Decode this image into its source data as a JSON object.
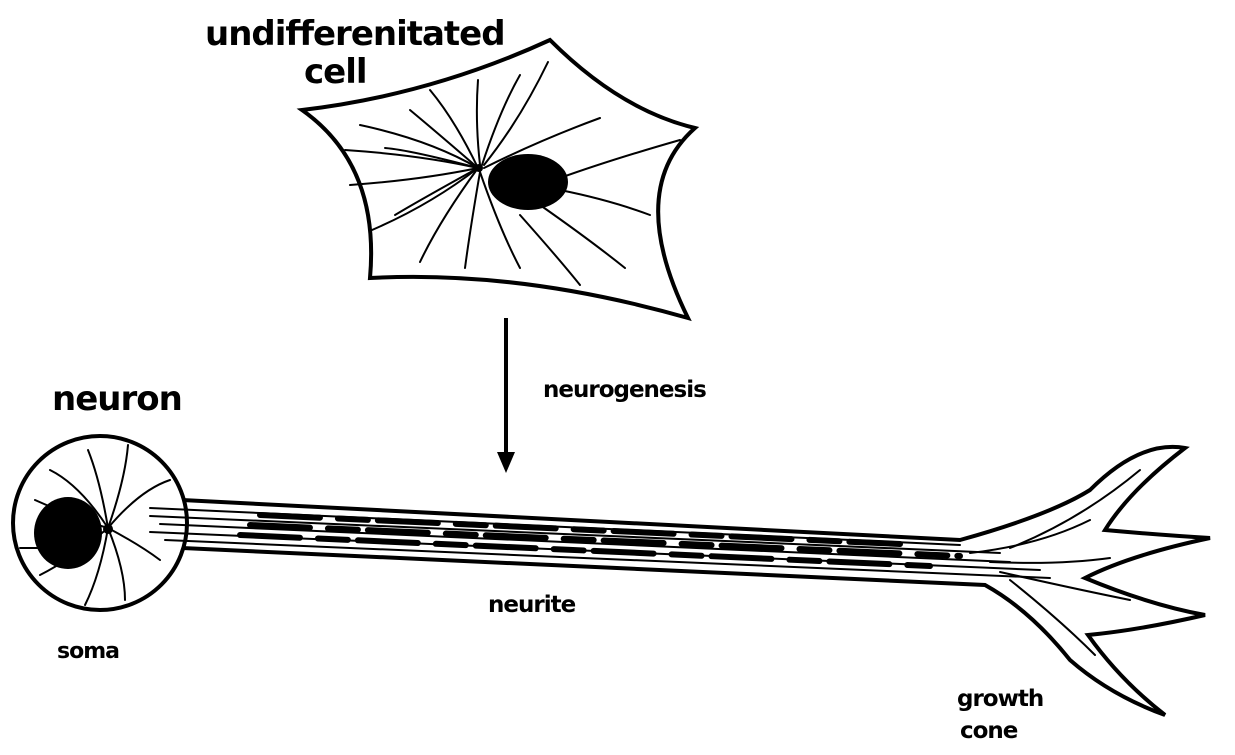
{
  "diagram": {
    "labels": {
      "undifferentiated_line1": "undifferenitated",
      "undifferentiated_line2": "cell",
      "process": "neurogenesis",
      "neuron": "neuron",
      "soma": "soma",
      "neurite": "neurite",
      "growth_line1": "growth",
      "growth_line2": "cone"
    },
    "colors": {
      "ink": "#000000",
      "background": "#ffffff"
    }
  }
}
